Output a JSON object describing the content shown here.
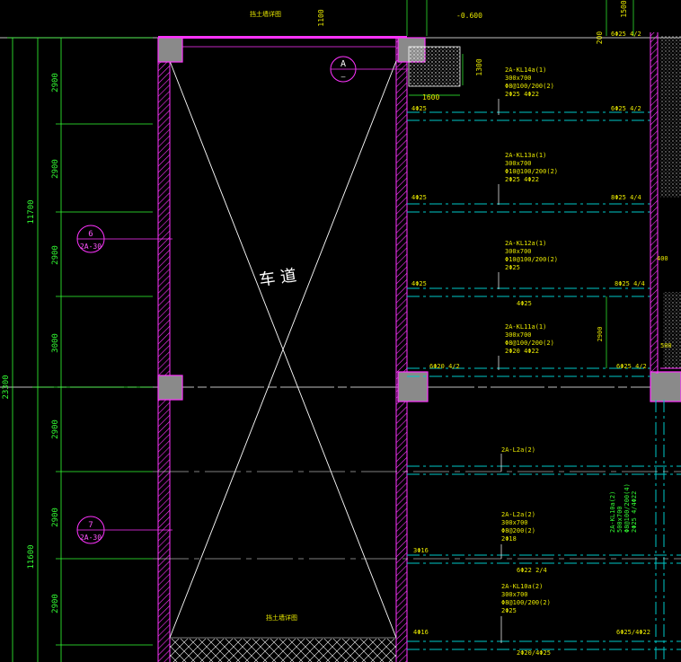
{
  "colors": {
    "background": "#000000",
    "beam_dash": "#00c8c8",
    "dimension": "#33ff33",
    "wall_hatch": "#ff33ff",
    "annotation": "#e8e800",
    "column_fill": "#8a8a8a",
    "axis_line": "#ffffff",
    "section_marker": "#ff33ff"
  },
  "drive_label": "车 道",
  "elevation_top": "-0.600",
  "top_dims": {
    "d1100": "1100",
    "d1500": "1500",
    "d200": "200"
  },
  "column_detail": {
    "width": "1600",
    "height": "1300"
  },
  "left_dims": {
    "total": "23300",
    "upper_group": "11700",
    "lower_group": "11600",
    "segments": [
      "2900",
      "2900",
      "2900",
      "3000",
      "2900",
      "2900",
      "2900"
    ]
  },
  "section_marks": [
    {
      "num": "A",
      "sheet": "—"
    },
    {
      "num": "6",
      "sheet": "2A-30"
    },
    {
      "num": "7",
      "sheet": "2A-30"
    }
  ],
  "beams": [
    {
      "name": "2A-KL14a(1)",
      "size": "300x700",
      "stirrup": "Φ8@100/200(2)",
      "longit": "2Φ25 4Φ22"
    },
    {
      "name": "2A-KL13a(1)",
      "size": "300x700",
      "stirrup": "Φ10@100/200(2)",
      "longit": "2Φ25 4Φ22"
    },
    {
      "name": "2A-KL12a(1)",
      "size": "300x700",
      "stirrup": "Φ10@100/200(2)",
      "longit": "2Φ25"
    },
    {
      "name": "2A-KL11a(1)",
      "size": "300x700",
      "stirrup": "Φ8@100/200(2)",
      "longit": "2Φ20 4Φ22"
    },
    {
      "name": "2A-L2a(2)",
      "size": "",
      "stirrup": "",
      "longit": ""
    },
    {
      "name": "2A-L2a(2)",
      "size": "300x700",
      "stirrup": "Φ8@200(2)",
      "longit": "2Φ18"
    },
    {
      "name": "2A-KL10a(2)",
      "size": "300x700",
      "stirrup": "Φ8@100/200(2)",
      "longit": "2Φ25"
    }
  ],
  "bars": {
    "b1l": "4Φ25",
    "b1r": "6Φ25 4/2",
    "b2l": "4Φ25",
    "b2r": "8Φ25 4/4",
    "b3l": "4Φ25",
    "b3r": "8Φ25 4/4",
    "b3m": "4Φ25",
    "b4l": "6Φ20 4/2",
    "b4r": "6Φ25 4/2",
    "dim2900": "2900",
    "b6l": "3Φ16",
    "b6m": "6Φ22 2/4",
    "b7l": "4Φ16",
    "b7r": "6Φ25/4Φ22",
    "b7m": "2Φ20/4Φ25",
    "topright": "6Φ25 4/2",
    "d500": "500",
    "d400": "400"
  },
  "side_beam": {
    "name": "2A-KL10a(2)",
    "size": "500x700",
    "stirrup": "Φ8@100/200(4)",
    "longit": "2Φ25 4/4Φ22"
  },
  "wall_notes": [
    "挡土墙详图",
    "挡土墙详图"
  ]
}
